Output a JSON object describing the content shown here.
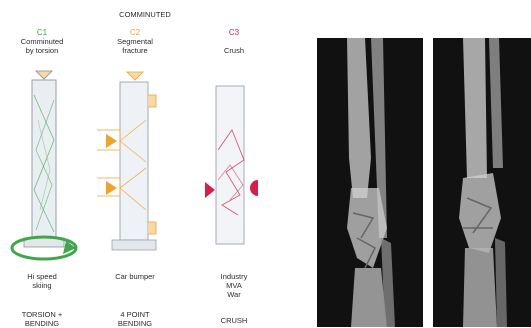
{
  "header": {
    "title": "COMMINUTED"
  },
  "colors": {
    "green": "#3fa64a",
    "orange": "#f0a22a",
    "red": "#d2224a",
    "xray_bg": "#111111"
  },
  "columns": [
    {
      "code": "C1",
      "name_line1": "Comminuted",
      "name_line2": "by torsion",
      "cause_line1": "Hi speed",
      "cause_line2": "skiing",
      "cause_line3": "",
      "mechanism_line1": "TORSION +",
      "mechanism_line2": "BENDING"
    },
    {
      "code": "C2",
      "name_line1": "Segmental",
      "name_line2": "fracture",
      "cause_line1": "Car bumper",
      "cause_line2": "",
      "cause_line3": "",
      "mechanism_line1": "4 POINT",
      "mechanism_line2": "BENDING"
    },
    {
      "code": "C3",
      "name_line1": "Crush",
      "name_line2": "",
      "cause_line1": "Industry",
      "cause_line2": "MVA",
      "cause_line3": "War",
      "mechanism_line1": "CRUSH",
      "mechanism_line2": ""
    }
  ],
  "images": [
    {
      "label": "radiograph-left"
    },
    {
      "label": "radiograph-right"
    }
  ]
}
